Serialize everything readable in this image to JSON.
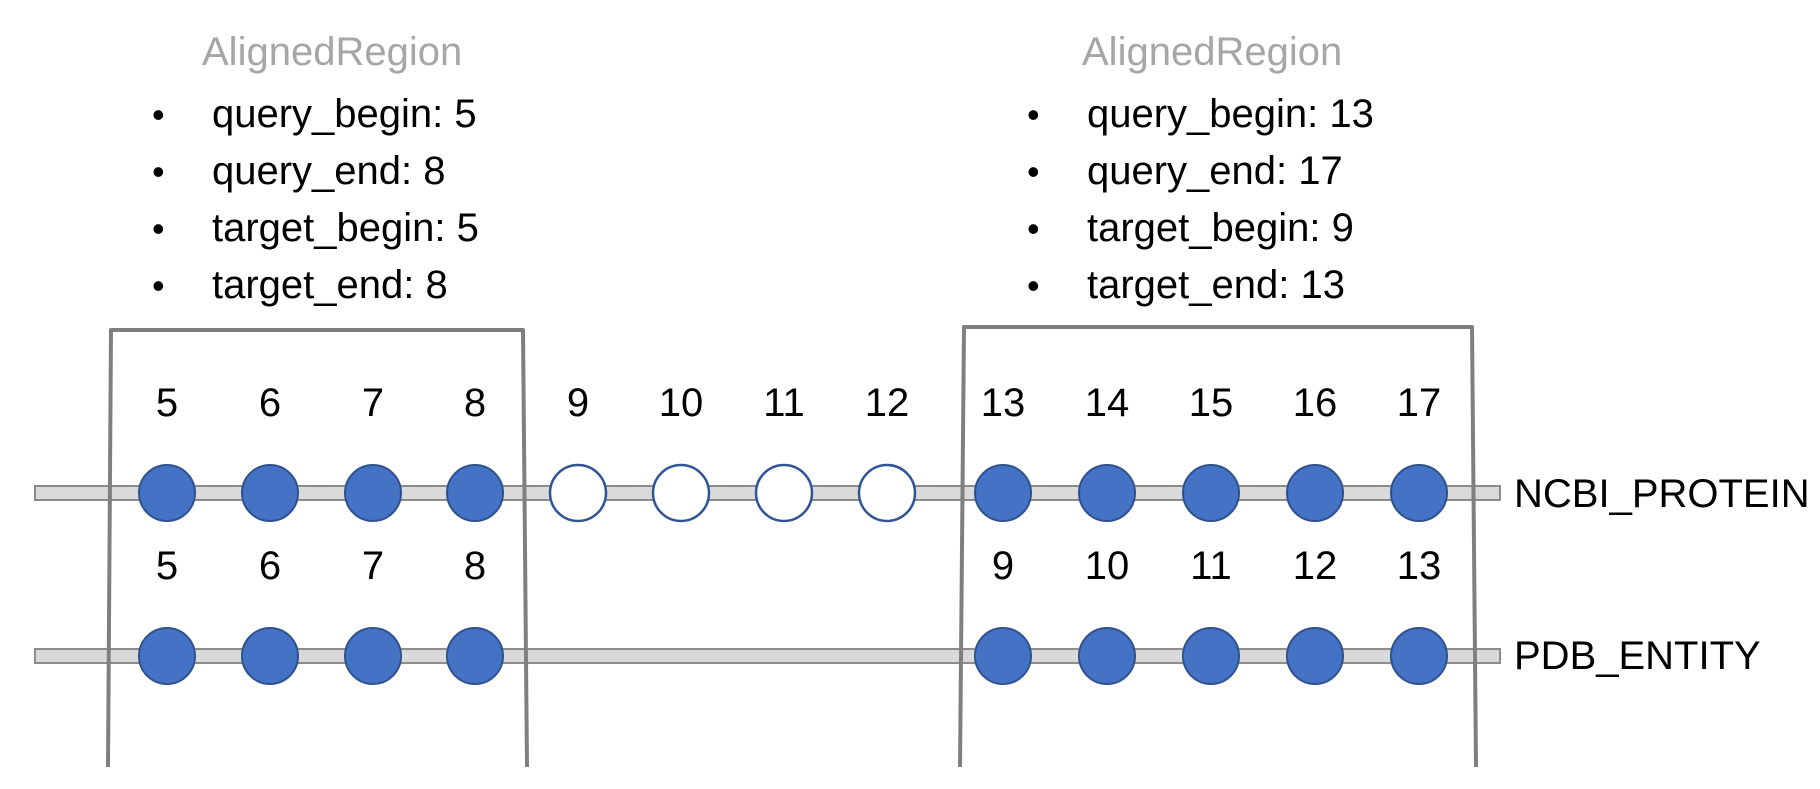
{
  "colors": {
    "filled_residue": "#4472c4",
    "residue_stroke": "#2f528f",
    "open_residue_stroke": "#2f5597",
    "track_fill": "#d9d9d9",
    "track_stroke": "#8c8c8c",
    "bracket": "#7f7f7f",
    "region_title": "#a6a6a6",
    "text": "#000000"
  },
  "regions": [
    {
      "title": "AlignedRegion",
      "properties": [
        "query_begin: 5",
        "query_end: 8",
        "target_begin: 5",
        "target_end: 8"
      ]
    },
    {
      "title": "AlignedRegion",
      "properties": [
        "query_begin: 13",
        "query_end: 17",
        "target_begin: 9",
        "target_end: 13"
      ]
    }
  ],
  "tracks": [
    {
      "label": "NCBI_PROTEIN",
      "residues": [
        {
          "n": "5",
          "filled": true
        },
        {
          "n": "6",
          "filled": true
        },
        {
          "n": "7",
          "filled": true
        },
        {
          "n": "8",
          "filled": true
        },
        {
          "n": "9",
          "filled": false
        },
        {
          "n": "10",
          "filled": false
        },
        {
          "n": "11",
          "filled": false
        },
        {
          "n": "12",
          "filled": false
        },
        {
          "n": "13",
          "filled": true
        },
        {
          "n": "14",
          "filled": true
        },
        {
          "n": "15",
          "filled": true
        },
        {
          "n": "16",
          "filled": true
        },
        {
          "n": "17",
          "filled": true
        }
      ]
    },
    {
      "label": "PDB_ENTITY",
      "residues": [
        {
          "n": "5",
          "filled": true
        },
        {
          "n": "6",
          "filled": true
        },
        {
          "n": "7",
          "filled": true
        },
        {
          "n": "8",
          "filled": true
        },
        {
          "n": "9",
          "filled": true
        },
        {
          "n": "10",
          "filled": true
        },
        {
          "n": "11",
          "filled": true
        },
        {
          "n": "12",
          "filled": true
        },
        {
          "n": "13",
          "filled": true
        }
      ]
    }
  ]
}
